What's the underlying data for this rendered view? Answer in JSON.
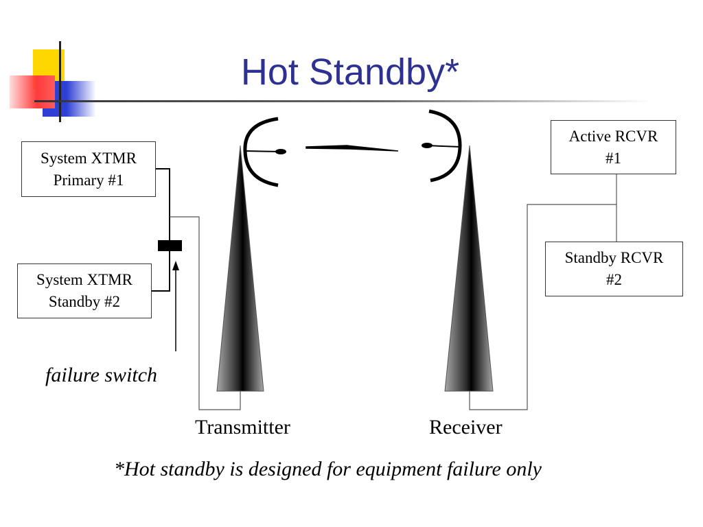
{
  "slide": {
    "title": "Hot Standby*",
    "footnote": "*Hot standby is designed for equipment failure only"
  },
  "transmitter_side": {
    "primary_box": {
      "line1": "System XTMR",
      "line2": "Primary #1"
    },
    "standby_box": {
      "line1": "System XTMR",
      "line2": "Standby #2"
    },
    "switch_label": "failure switch",
    "tower_label": "Transmitter"
  },
  "receiver_side": {
    "active_box": {
      "line1": "Active RCVR",
      "line2": "#1"
    },
    "standby_box": {
      "line1": "Standby RCVR",
      "line2": "#2"
    },
    "tower_label": "Receiver"
  },
  "colors": {
    "title": "#2e3192",
    "deco_yellow": "#ffd700",
    "deco_blue": "#2e3fd6",
    "deco_red": "#ff3b3b"
  }
}
